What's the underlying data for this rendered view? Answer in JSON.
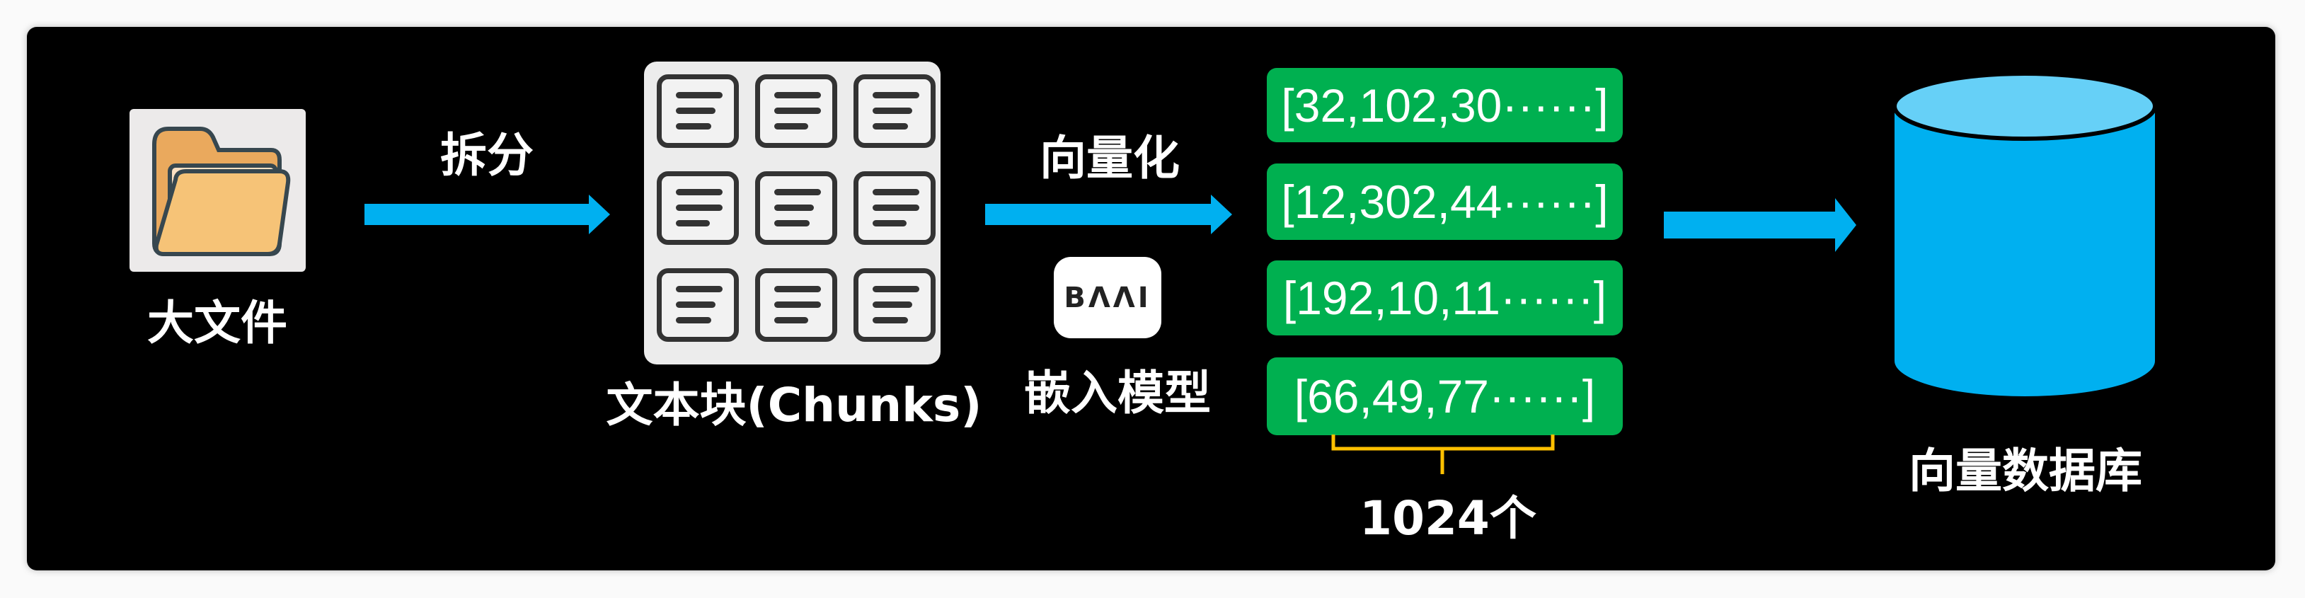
{
  "labels": {
    "big_file": "大文件",
    "split": "拆分",
    "chunks": "文本块(Chunks)",
    "vectorize": "向量化",
    "embedding_model": "嵌入模型",
    "dimension": "1024个",
    "vector_db": "向量数据库"
  },
  "logo_text": "BAAI",
  "vectors": [
    "[32,102,30······]",
    "[12,302,44······]",
    "[192,10,11······]",
    "[66,49,77······]"
  ],
  "colors": {
    "arrow": "#00b0f0",
    "vector_box": "#00b050",
    "database": "#00b0f0",
    "database_top": "#66d0f7",
    "bracket": "#ffc000",
    "folder": "#f6c377"
  }
}
